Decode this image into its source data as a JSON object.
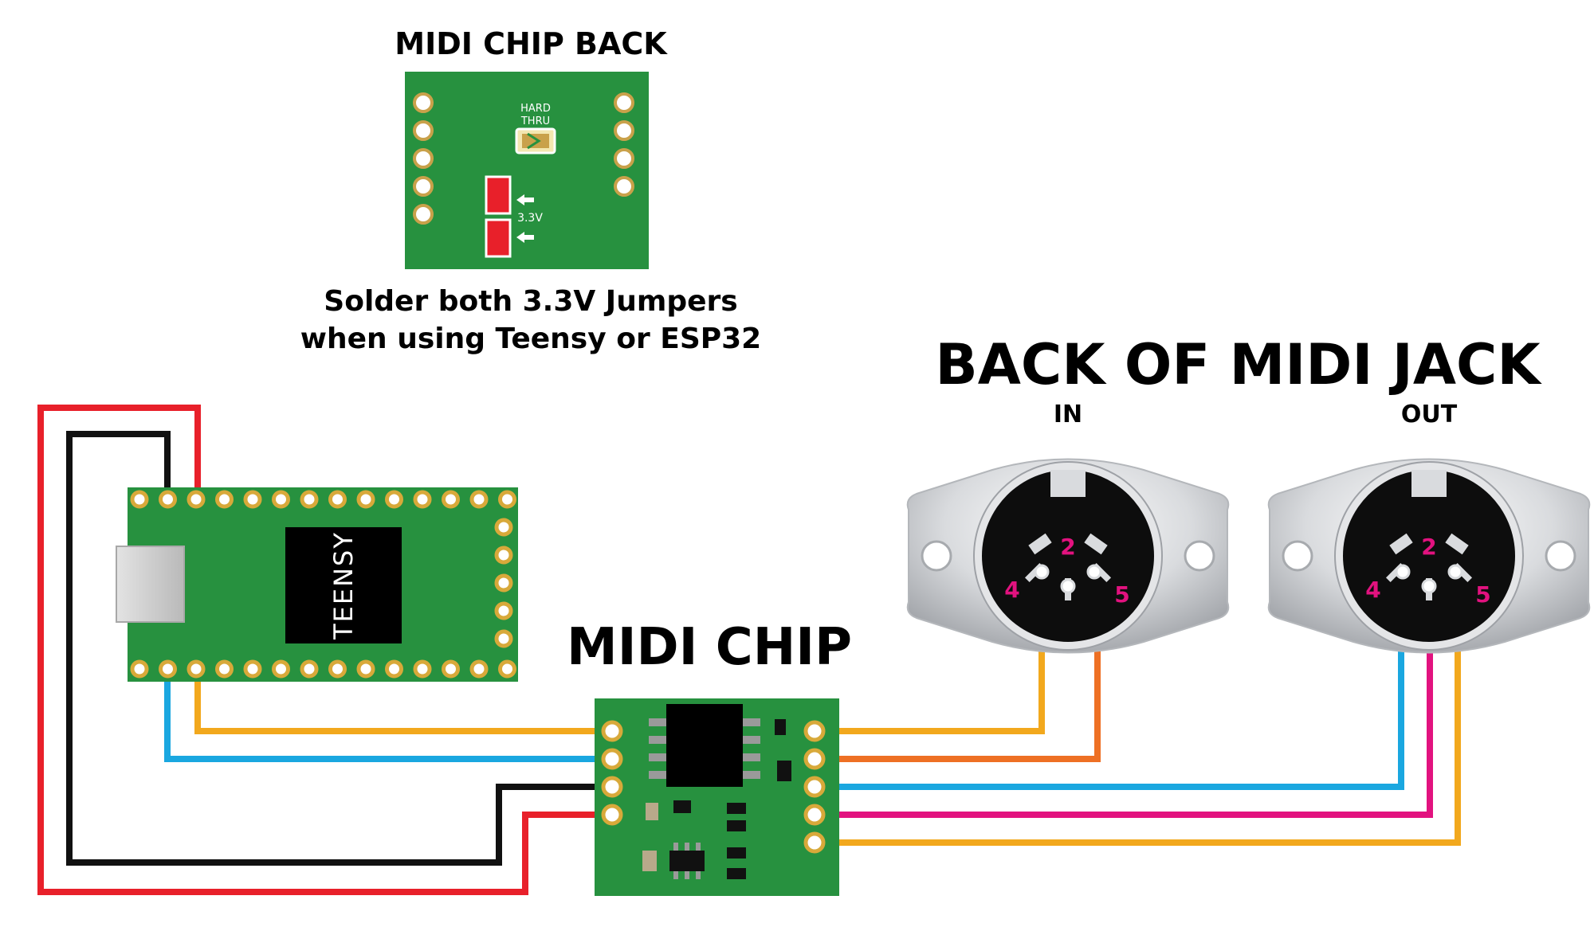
{
  "labels": {
    "midi_chip_back": "MIDI CHIP BACK",
    "hard_thru_line1": "HARD",
    "hard_thru_line2": "THRU",
    "jumper_voltage": "3.3V",
    "solder_note_line1": "Solder both 3.3V Jumpers",
    "solder_note_line2": "when using Teensy or ESP32",
    "back_of_midi_jack": "BACK OF MIDI JACK",
    "jack_in": "IN",
    "jack_out": "OUT",
    "teensy": "TEENSY",
    "midi_chip": "MIDI CHIP"
  },
  "jack_pins": {
    "in": [
      "4",
      "2",
      "5"
    ],
    "out": [
      "4",
      "2",
      "5"
    ]
  },
  "colors": {
    "pcb_green": "#27913f",
    "pad_gold": "#d8a93a",
    "jumper_red": "#e8202a",
    "wire_red": "#e8202a",
    "wire_black": "#111111",
    "wire_yellow": "#f2a81d",
    "wire_blue": "#1aa7e0",
    "wire_orange": "#ee7024",
    "wire_magenta": "#e2127f",
    "pin_number": "#e2127f",
    "jack_metal": "#c8cacd"
  },
  "icons": [
    "arrow-left-icon",
    "arrow-left-icon",
    "solder-jumper-icon",
    "usb-port-icon"
  ]
}
